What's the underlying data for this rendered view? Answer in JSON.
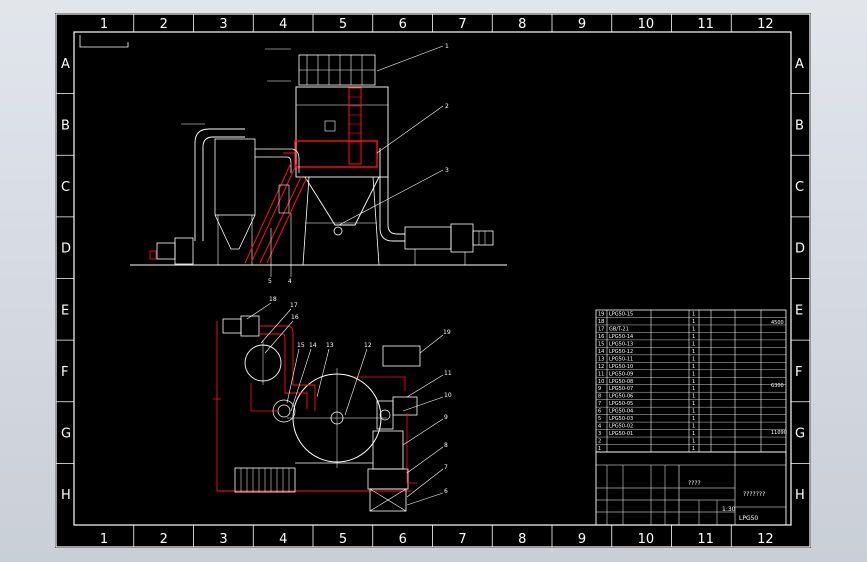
{
  "sheet": {
    "col_labels": [
      "1",
      "2",
      "3",
      "4",
      "5",
      "6",
      "7",
      "8",
      "9",
      "10",
      "11",
      "12"
    ],
    "row_labels": [
      "A",
      "B",
      "C",
      "D",
      "E",
      "F",
      "G",
      "H"
    ]
  },
  "balloons": {
    "top": [
      "1",
      "2",
      "3",
      "5",
      "4"
    ],
    "bottom": [
      "18",
      "17",
      "16",
      "15",
      "14",
      "13",
      "12",
      "19",
      "11",
      "10",
      "9",
      "8",
      "7",
      "6"
    ]
  },
  "title_block": {
    "model": "LPG50",
    "scale": "1:30",
    "name_placeholder": "????",
    "company_placeholder": "???????",
    "side_notes": [
      "4500",
      "6300",
      "11090"
    ]
  },
  "bom_rows": [
    {
      "no": "19",
      "code": "LPG50-15",
      "qty": "1"
    },
    {
      "no": "18",
      "code": "",
      "qty": "1"
    },
    {
      "no": "17",
      "code": "GB/T-21",
      "qty": "1"
    },
    {
      "no": "16",
      "code": "LPG50-14",
      "qty": "1"
    },
    {
      "no": "15",
      "code": "LPG50-13",
      "qty": "1"
    },
    {
      "no": "14",
      "code": "LPG50-12",
      "qty": "1"
    },
    {
      "no": "13",
      "code": "LPG50-11",
      "qty": "1"
    },
    {
      "no": "12",
      "code": "LPG50-10",
      "qty": "1"
    },
    {
      "no": "11",
      "code": "LPG50-09",
      "qty": "1"
    },
    {
      "no": "10",
      "code": "LPG50-08",
      "qty": "1"
    },
    {
      "no": "9",
      "code": "LPG50-07",
      "qty": "1"
    },
    {
      "no": "8",
      "code": "LPG50-06",
      "qty": "1"
    },
    {
      "no": "7",
      "code": "LPG50-05",
      "qty": "1"
    },
    {
      "no": "6",
      "code": "LPG50-04",
      "qty": "1"
    },
    {
      "no": "5",
      "code": "LPG50-03",
      "qty": "1"
    },
    {
      "no": "4",
      "code": "LPG50-02",
      "qty": "1"
    },
    {
      "no": "3",
      "code": "LPG50-01",
      "qty": "1"
    },
    {
      "no": "2",
      "code": "",
      "qty": "1"
    },
    {
      "no": "1",
      "code": "",
      "qty": "1"
    }
  ]
}
